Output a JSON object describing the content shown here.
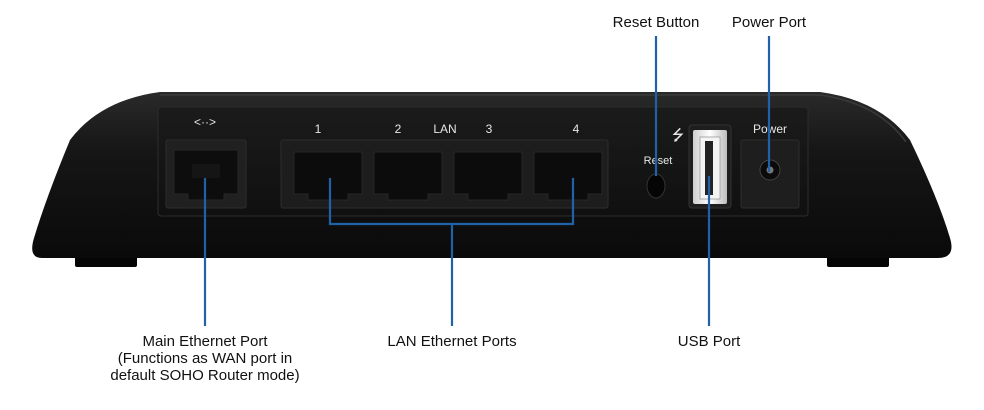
{
  "callouts": {
    "reset_button": "Reset Button",
    "power_port": "Power Port",
    "main_ethernet_port": [
      "Main Ethernet Port",
      "(Functions as WAN port in",
      "default SOHO Router mode)"
    ],
    "lan_ethernet_ports": "LAN Ethernet Ports",
    "usb_port": "USB Port"
  },
  "panel_labels": {
    "wan_symbol": "<··>",
    "lan_numbers": [
      "1",
      "2",
      "3",
      "4"
    ],
    "lan": "LAN",
    "reset": "Reset",
    "usb_symbol": "⭍",
    "power": "Power"
  },
  "colors": {
    "leader_line": "#1f62a8",
    "device_body": "#111111",
    "panel_text": "#e6e6e6"
  }
}
